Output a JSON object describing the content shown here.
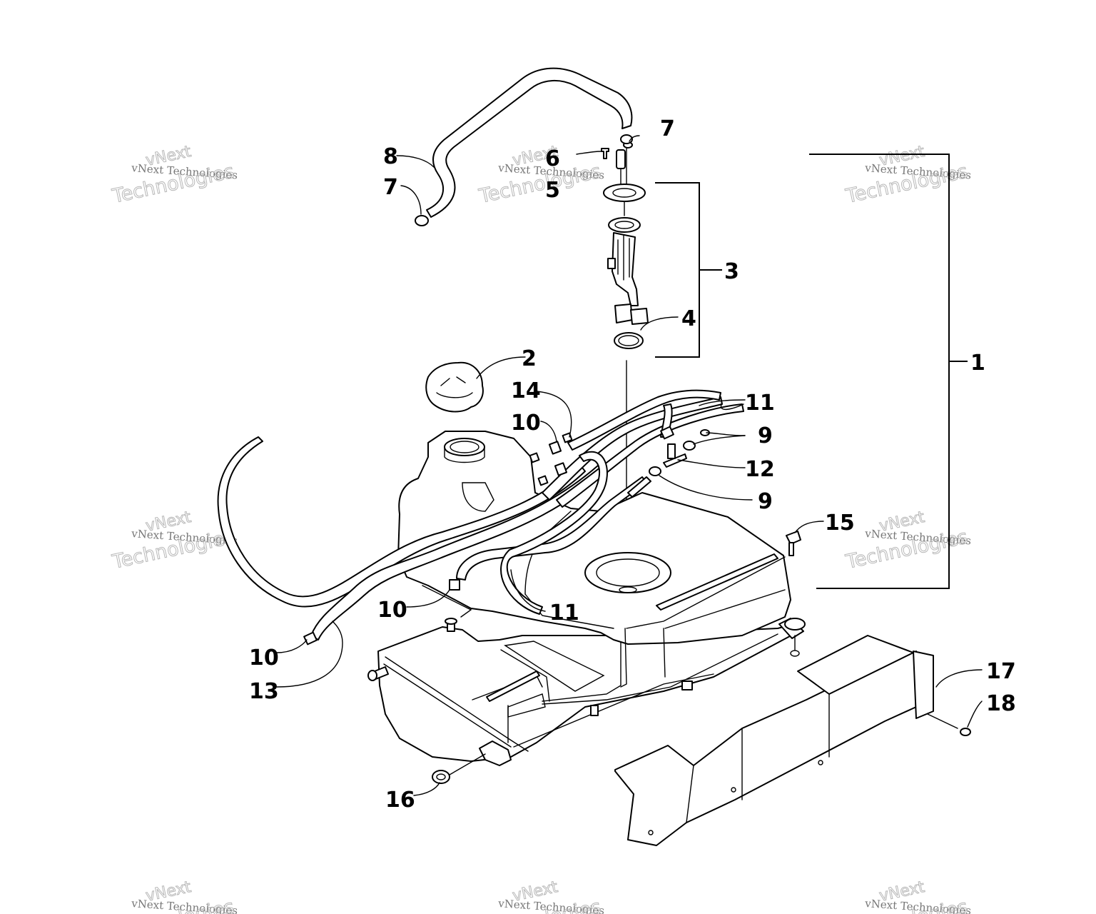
{
  "diagram": {
    "callouts": [
      {
        "key": "c1",
        "text": "1"
      },
      {
        "key": "c2",
        "text": "2"
      },
      {
        "key": "c3",
        "text": "3"
      },
      {
        "key": "c4",
        "text": "4"
      },
      {
        "key": "c5",
        "text": "5"
      },
      {
        "key": "c6",
        "text": "6"
      },
      {
        "key": "c7a",
        "text": "7"
      },
      {
        "key": "c7b",
        "text": "7"
      },
      {
        "key": "c8",
        "text": "8"
      },
      {
        "key": "c9a",
        "text": "9"
      },
      {
        "key": "c9b",
        "text": "9"
      },
      {
        "key": "c10a",
        "text": "10"
      },
      {
        "key": "c10b",
        "text": "10"
      },
      {
        "key": "c10c",
        "text": "10"
      },
      {
        "key": "c11a",
        "text": "11"
      },
      {
        "key": "c11b",
        "text": "11"
      },
      {
        "key": "c12",
        "text": "12"
      },
      {
        "key": "c13",
        "text": "13"
      },
      {
        "key": "c14",
        "text": "14"
      },
      {
        "key": "c15",
        "text": "15"
      },
      {
        "key": "c16",
        "text": "16"
      },
      {
        "key": "c17",
        "text": "17"
      },
      {
        "key": "c18",
        "text": "18"
      }
    ],
    "watermark": {
      "line1": "vNext",
      "line2": "vNext Technologies",
      "line3": "Technologies"
    }
  }
}
